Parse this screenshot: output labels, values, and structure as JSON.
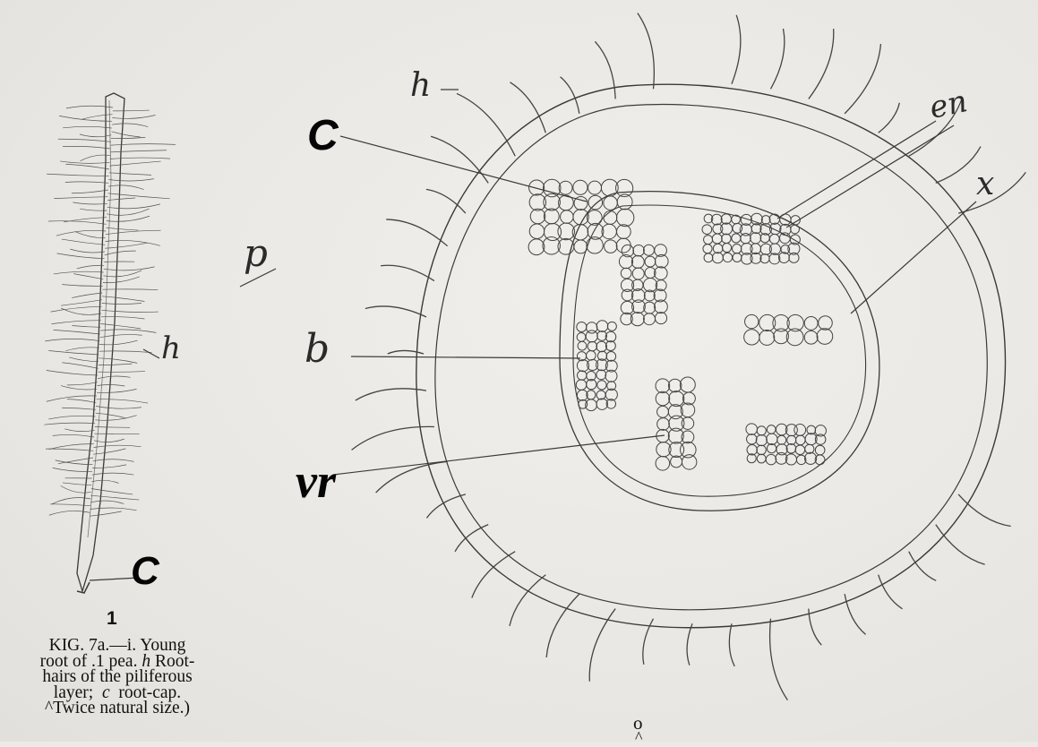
{
  "figure": {
    "panel_1": {
      "label_h": "h",
      "label_c": "C",
      "number": "1"
    },
    "panel_2": {
      "labels": {
        "h": "h",
        "c": "C",
        "en": "en",
        "x": "x",
        "p": "p",
        "b": "b",
        "vr": "vr"
      },
      "footer_o": "o",
      "footer_caret": "^"
    },
    "caption": {
      "line1": "KIG. 7a.—i. Young",
      "line2_a": "root of .1 pea.",
      "line2_h": "h",
      "line2_b": "Root-",
      "line3": "hairs of the piliferous",
      "line4_a": "layer;",
      "line4_c": "c",
      "line4_b": "root-cap.",
      "line5": "^Twice natural size.)"
    }
  }
}
